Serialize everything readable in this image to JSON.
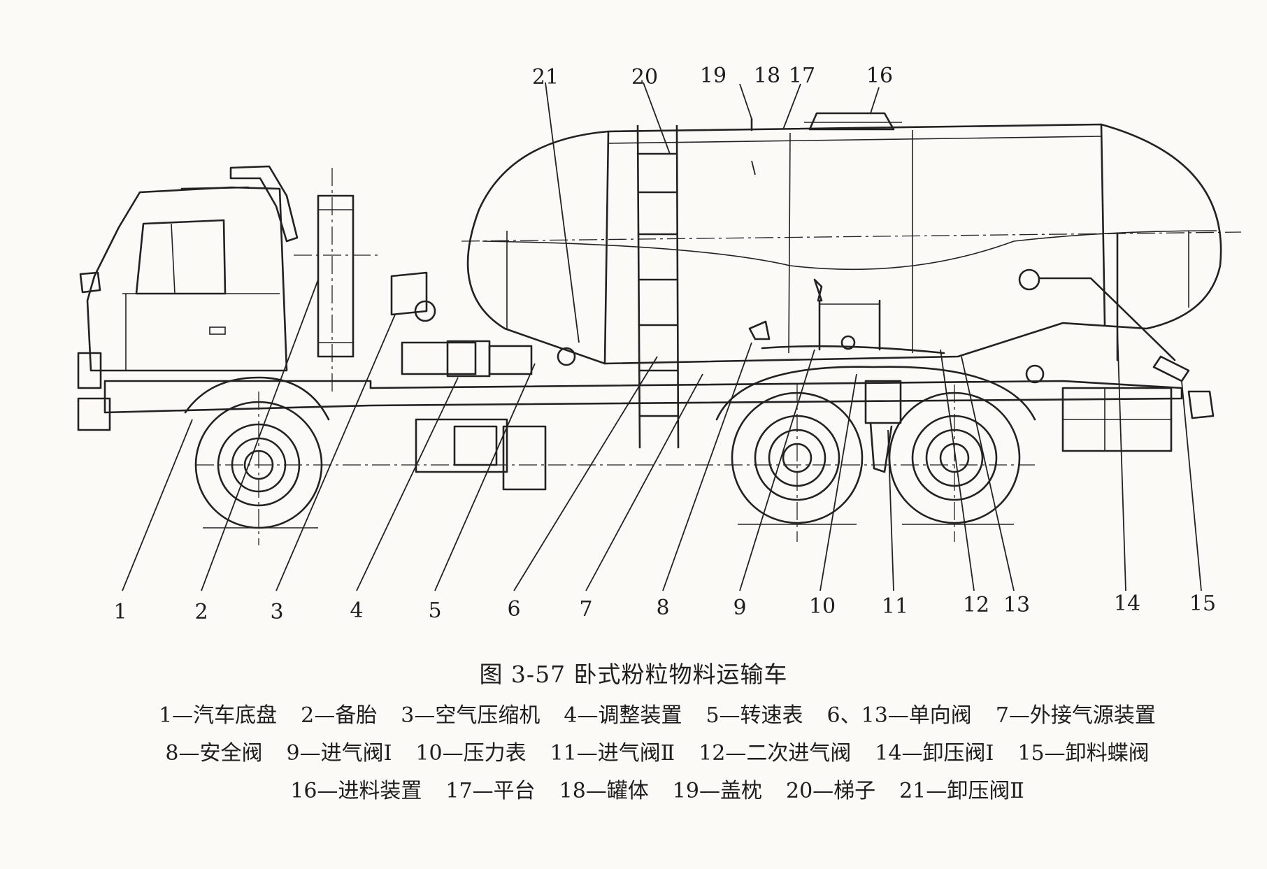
{
  "figure": {
    "title": "图 3-57   卧式粉粒物料运输车"
  },
  "callouts": [
    "1",
    "2",
    "3",
    "4",
    "5",
    "6",
    "7",
    "8",
    "9",
    "10",
    "11",
    "12",
    "13",
    "14",
    "15",
    "16",
    "17",
    "18",
    "19",
    "20",
    "21"
  ],
  "legend": {
    "line1": [
      "1—汽车底盘",
      "2—备胎",
      "3—空气压缩机",
      "4—调整装置",
      "5—转速表",
      "6、13—单向阀",
      "7—外接气源装置"
    ],
    "line2": [
      "8—安全阀",
      "9—进气阀Ⅰ",
      "10—压力表",
      "11—进气阀Ⅱ",
      "12—二次进气阀",
      "14—卸压阀Ⅰ",
      "15—卸料蝶阀"
    ],
    "line3": [
      "16—进料装置",
      "17—平台",
      "18—罐体",
      "19—盖枕",
      "20—梯子",
      "21—卸压阀Ⅱ"
    ]
  }
}
